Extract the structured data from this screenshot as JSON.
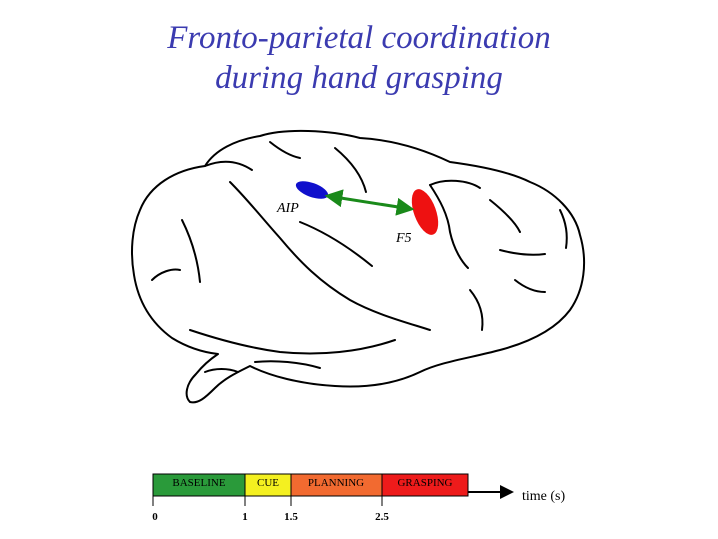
{
  "title": {
    "line1": "Fronto-parietal coordination",
    "line2": "during hand grasping"
  },
  "brain": {
    "area_parietal": "AIP",
    "area_frontal": "F5",
    "colors": {
      "parietal": "#1010cc",
      "frontal": "#ee1111",
      "connection": "#1a8a1a"
    }
  },
  "timeline": {
    "segments": [
      {
        "label": "BASELINE",
        "color": "#2a9a3a"
      },
      {
        "label": "CUE",
        "color": "#f4f020"
      },
      {
        "label": "PLANNING",
        "color": "#f26a30"
      },
      {
        "label": "GRASPING",
        "color": "#ee1b1b"
      }
    ],
    "ticks": [
      "0",
      "1",
      "1.5",
      "2.5"
    ],
    "axis_label": "time (s)"
  }
}
